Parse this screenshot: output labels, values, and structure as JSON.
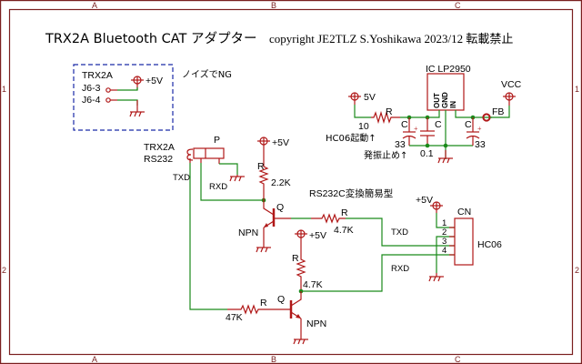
{
  "title": "TRX2A Bluetooth CAT アダプター",
  "copyright": "copyright JE2TLZ S.Yoshikawa  2023/12  転載禁止",
  "frame": {
    "columns": [
      "A",
      "B",
      "C"
    ],
    "rows": [
      "1",
      "2"
    ]
  },
  "inset": {
    "name": "TRX2A",
    "pins": [
      "J6-3",
      "J6-4"
    ],
    "supply": "+5V",
    "note": "ノイズでNG"
  },
  "regulator": {
    "ic_label": "IC  LP2950",
    "pins": [
      "OUT",
      "GND",
      "IN"
    ],
    "supply_in": "5V",
    "supply_out": "VCC",
    "resistor": {
      "ref": "R",
      "value": "10"
    },
    "cap1": {
      "ref": "C",
      "value": "33"
    },
    "cap2": {
      "ref": "C",
      "value": "0.1"
    },
    "cap3": {
      "ref": "C",
      "value": "33"
    },
    "ferrite": "FB",
    "note_hc06": "HC06起動↑",
    "note_osc": "発振止め↑"
  },
  "rs232": {
    "connector_name": "TRX2A",
    "connector_type": "RS232",
    "plug_ref": "P",
    "txd": "TXD",
    "rxd": "RXD",
    "section_title": "RS232C変換簡易型",
    "supply": "+5V",
    "r1": {
      "ref": "R",
      "value": "2.2K"
    },
    "q1": {
      "ref": "Q",
      "type": "NPN"
    },
    "r2": {
      "ref": "R",
      "value": "4.7K"
    },
    "r3": {
      "ref": "R",
      "value": "4.7K"
    },
    "q2": {
      "ref": "Q",
      "type": "NPN"
    },
    "r4": {
      "ref": "R",
      "value": "47K"
    }
  },
  "hc06": {
    "ref": "CN",
    "name": "HC06",
    "supply": "+5V",
    "pins": [
      "1",
      "2",
      "3",
      "4"
    ],
    "txd": "TXD",
    "rxd": "RXD"
  }
}
